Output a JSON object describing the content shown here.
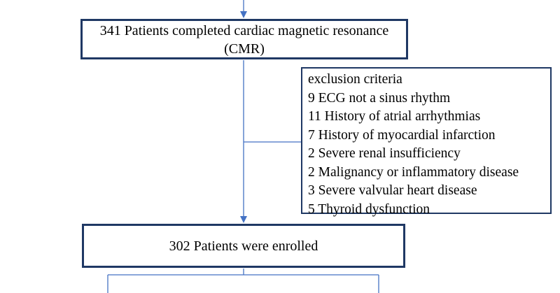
{
  "boxes": {
    "cmr": {
      "line1": "341 Patients completed cardiac magnetic resonance",
      "line2": "(CMR)"
    },
    "exclusion": {
      "title": "exclusion criteria",
      "items": [
        "9 ECG not a sinus rhythm",
        "11 History of atrial arrhythmias",
        "7 History of myocardial infarction",
        "2 Severe renal insufficiency",
        "2 Malignancy or inflammatory disease",
        "3 Severe valvular heart disease",
        "5 Thyroid dysfunction"
      ]
    },
    "enrolled": {
      "label": "302 Patients were enrolled"
    }
  },
  "colors": {
    "box_border": "#1f3864",
    "connector": "#4472c4"
  }
}
